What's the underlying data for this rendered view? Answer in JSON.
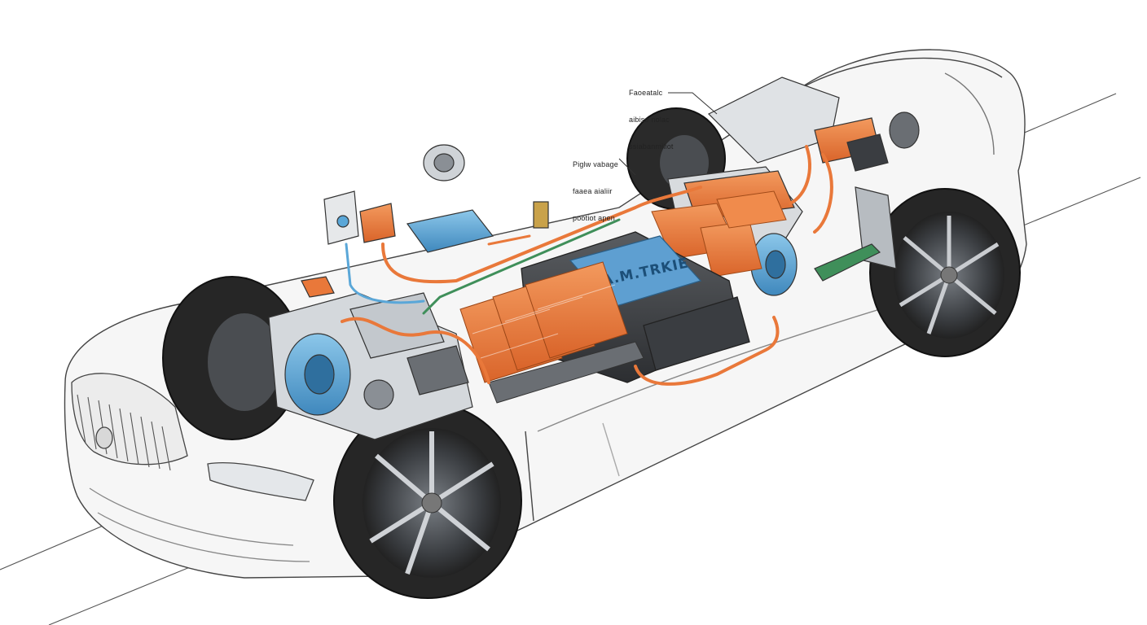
{
  "callouts": [
    {
      "id": "top-right",
      "lines": [
        "Faoeatalc",
        "aibise nolac",
        "ssiabanmiliot"
      ]
    },
    {
      "id": "mid",
      "lines": [
        "Piglw vabage",
        "faaea aialiir",
        "pootiot apen"
      ]
    }
  ],
  "battery_label": "A.M.TRKIE",
  "colors": {
    "orange": "#e9783a",
    "orange_dark": "#c85a20",
    "blue": "#5aa7d8",
    "blue_dark": "#2f6f9e",
    "tire": "#2b2b2b",
    "steel": "#9aa1a8",
    "green": "#3f8f5a",
    "body": "#f4f4f4"
  }
}
